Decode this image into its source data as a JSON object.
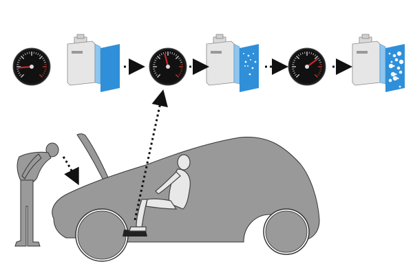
{
  "diagram": {
    "colors": {
      "background": "#ffffff",
      "silhouette": "#999999",
      "silhouette_stroke": "#333333",
      "gauge_body": "#1a1a1a",
      "gauge_ticks": "#cfcfcf",
      "gauge_redzone": "#c0392b",
      "needle": "#d0262b",
      "module_body": "#e6e6e6",
      "module_panel": "#2f8fd8",
      "arrow": "#111111"
    },
    "stages": [
      {
        "gauge": "gauge-icon",
        "needle_level": 0.15,
        "module": "filter-module-icon",
        "bubbles": "none"
      },
      {
        "gauge": "gauge-icon",
        "needle_level": 0.45,
        "module": "filter-module-icon",
        "bubbles": "few"
      },
      {
        "gauge": "gauge-icon",
        "needle_level": 0.7,
        "module": "filter-module-icon",
        "bubbles": "many"
      }
    ],
    "figures": {
      "mechanic": "person-leaning-icon",
      "driver": "seated-driver-icon",
      "car": "car-silhouette-icon"
    }
  }
}
